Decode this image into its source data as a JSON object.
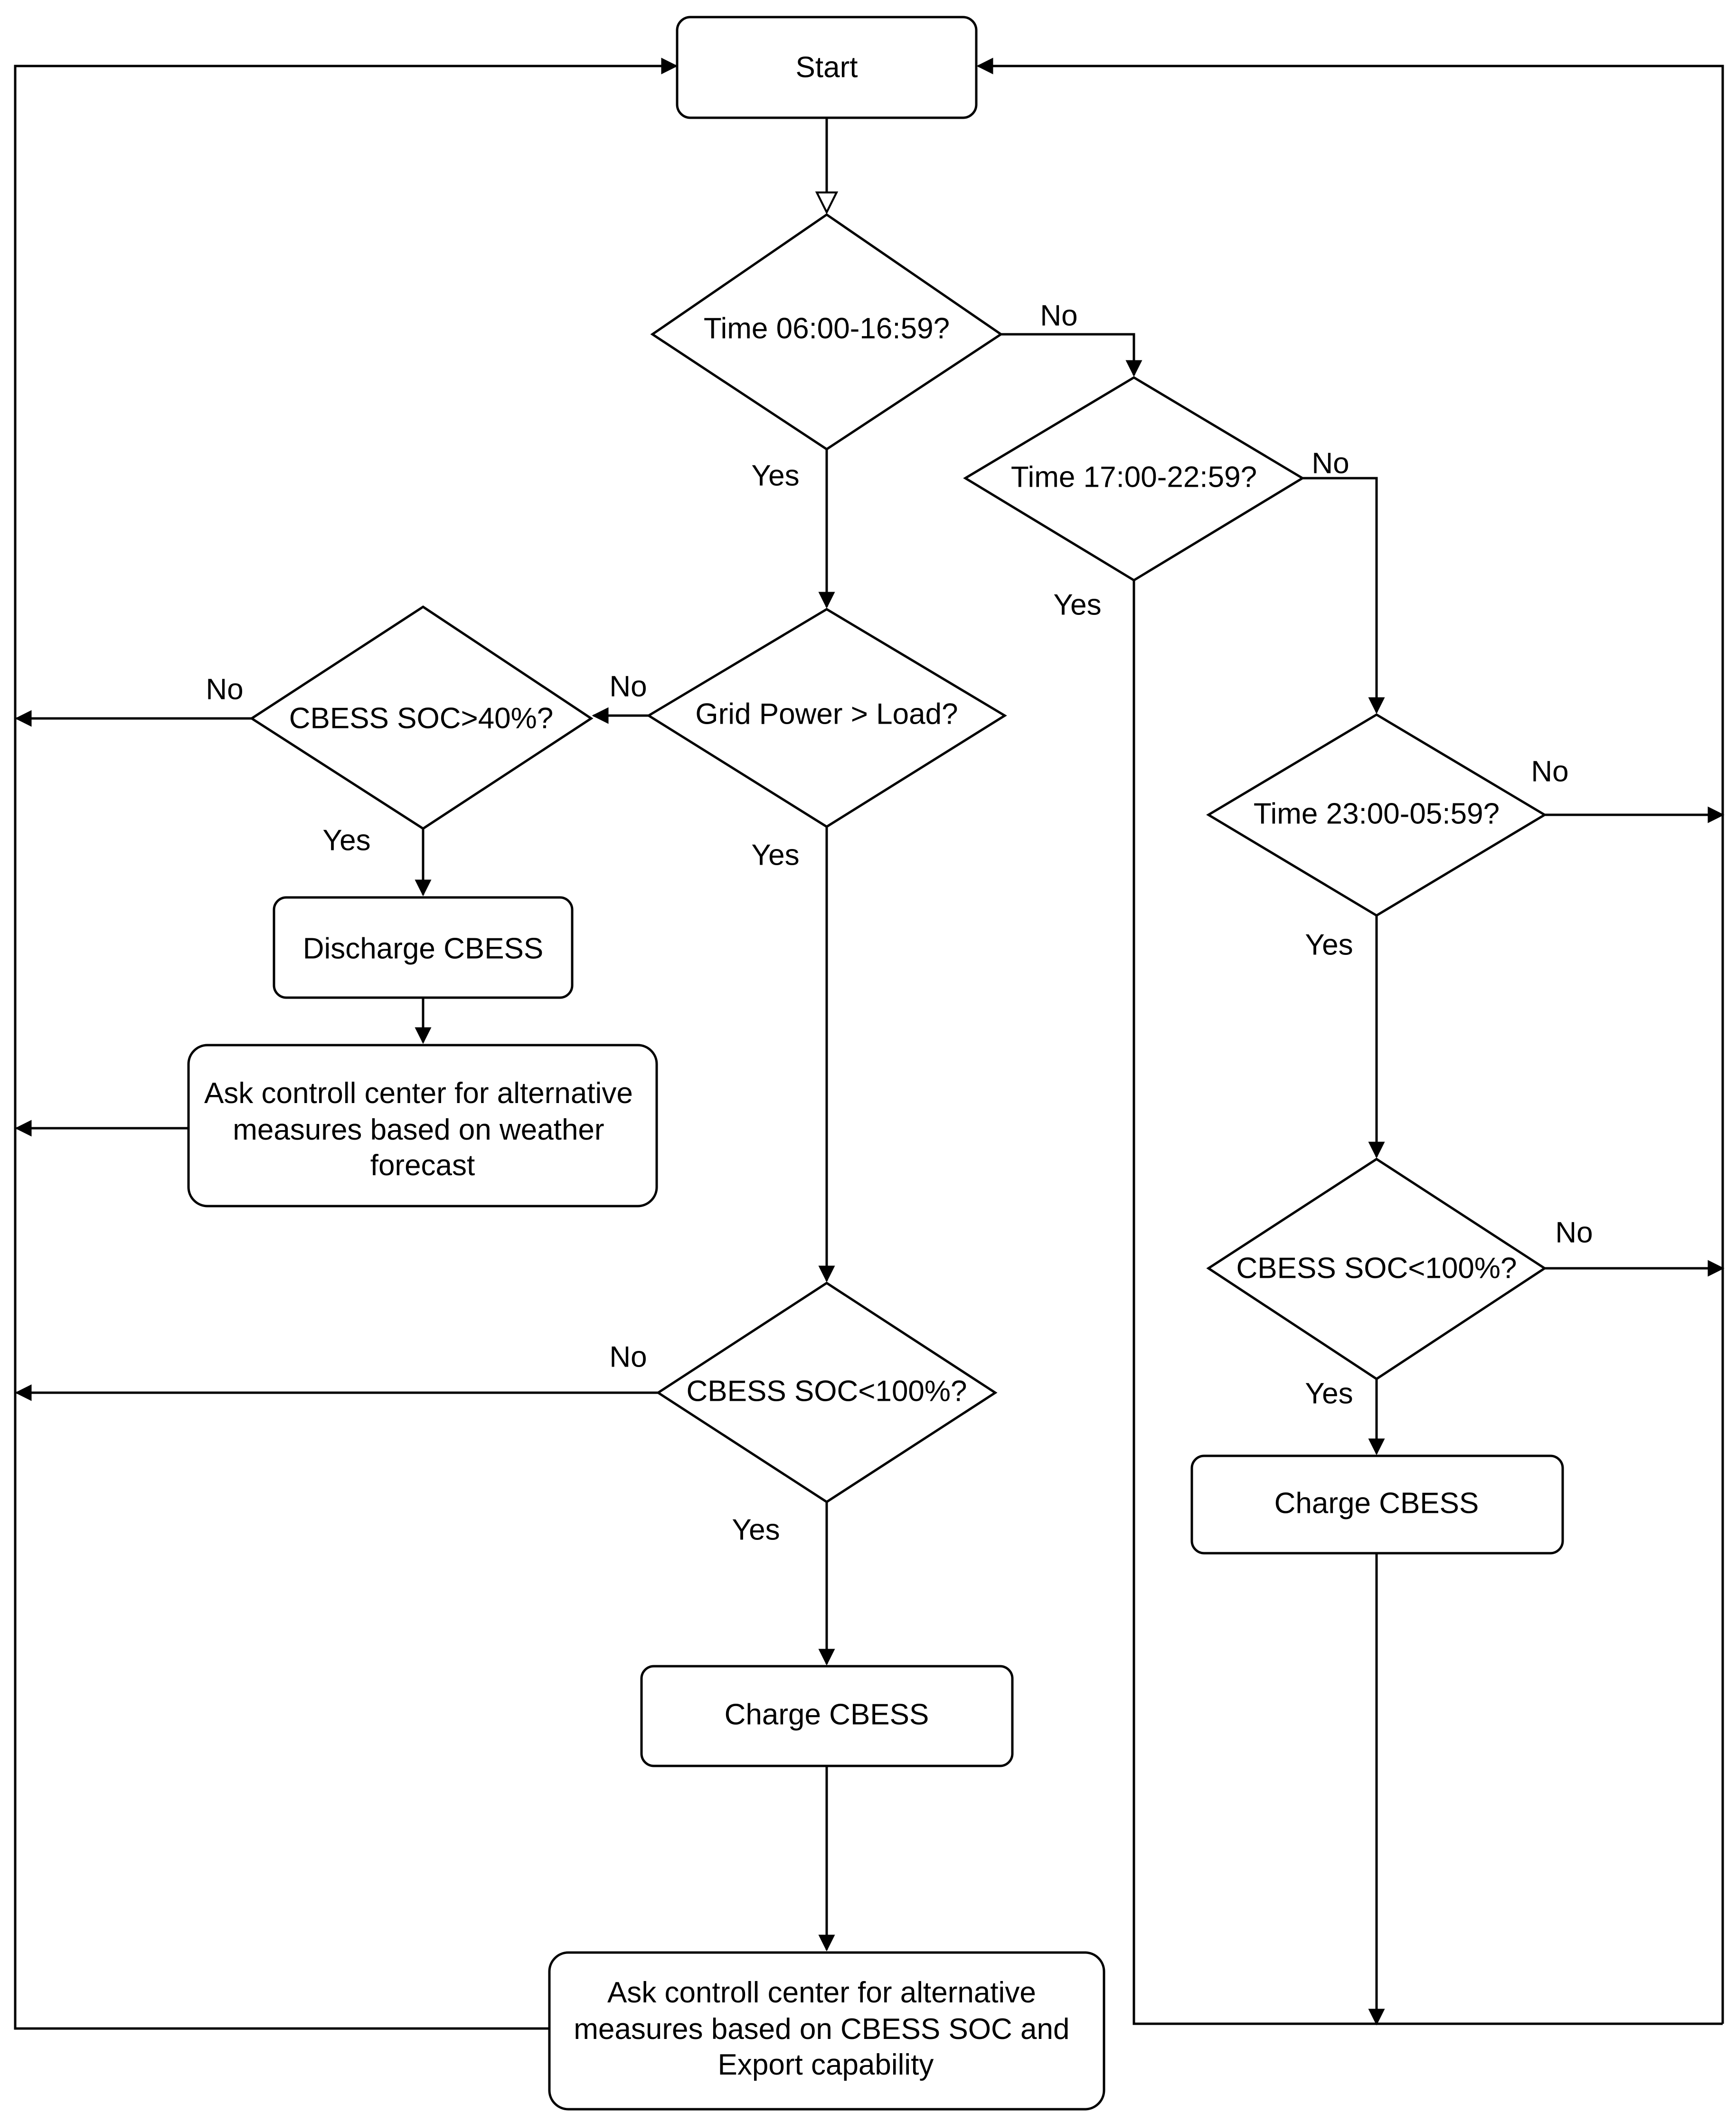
{
  "nodes": {
    "start": "Start",
    "time_0600_1659": "Time 06:00-16:59?",
    "time_1700_2259": "Time 17:00-22:59?",
    "grid_power_gt_load": "Grid Power > Load?",
    "cbess_soc_gt_40_left": "CBESS SOC>40%?",
    "discharge_cbess": "Discharge CBESS",
    "ask_weather": [
      "Ask controll center for alternative",
      "measures based on weather",
      "forecast"
    ],
    "time_2300_0559": "Time 23:00-05:59?",
    "cbess_soc_lt_100_right": "CBESS SOC<100%?",
    "charge_cbess_right": "Charge CBESS",
    "cbess_soc_lt_100_center": "CBESS SOC<100%?",
    "charge_cbess_center": "Charge CBESS",
    "ask_export": [
      "Ask controll center for alternative",
      "measures based on CBESS SOC and",
      "Export capability"
    ]
  },
  "edge_labels": {
    "t1_no": "No",
    "t1_yes": "Yes",
    "t2_no": "No",
    "t2_yes": "Yes",
    "grid_no": "No",
    "grid_yes": "Yes",
    "soc40_no": "No",
    "soc40_yes": "Yes",
    "t3_no": "No",
    "t3_yes": "Yes",
    "soc100r_no": "No",
    "soc100r_yes": "Yes",
    "soc100c_no": "No",
    "soc100c_yes": "Yes"
  }
}
